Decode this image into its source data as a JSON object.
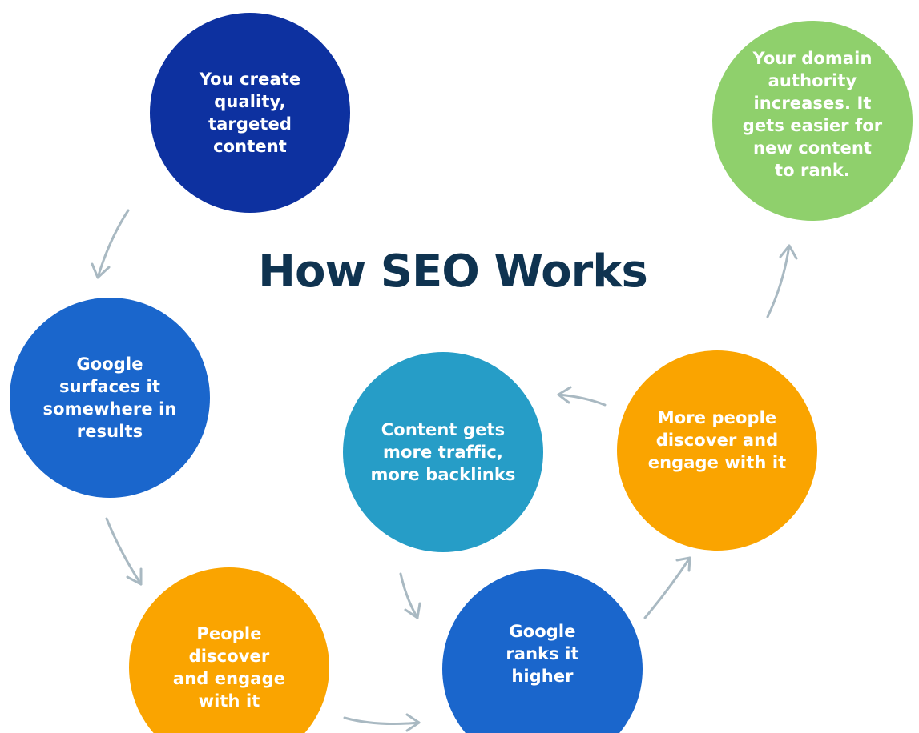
{
  "title": "How SEO Works",
  "colors": {
    "title": "#0f3350",
    "arrow": "#a9b9c2",
    "dark_blue": "#0d31a0",
    "blue": "#1a66cc",
    "teal": "#269dc7",
    "orange": "#faa400",
    "green": "#8fd06c"
  },
  "steps": [
    {
      "id": "create",
      "label": "You create\nquality,\ntargeted\ncontent",
      "color": "#0d31a0"
    },
    {
      "id": "surfaces",
      "label": "Google\nsurfaces it\nsomewhere in\nresults",
      "color": "#1a66cc"
    },
    {
      "id": "discover",
      "label": "People\ndiscover\nand engage\nwith it",
      "color": "#faa400"
    },
    {
      "id": "ranks",
      "label": "Google\nranks it\nhigher",
      "color": "#1a66cc"
    },
    {
      "id": "more-people",
      "label": "More people\ndiscover and\nengage with it",
      "color": "#faa400"
    },
    {
      "id": "traffic",
      "label": "Content gets\nmore traffic,\nmore backlinks",
      "color": "#269dc7"
    },
    {
      "id": "authority",
      "label": "Your domain\nauthority\nincreases. It\ngets easier for\nnew content\nto rank.",
      "color": "#8fd06c"
    }
  ]
}
